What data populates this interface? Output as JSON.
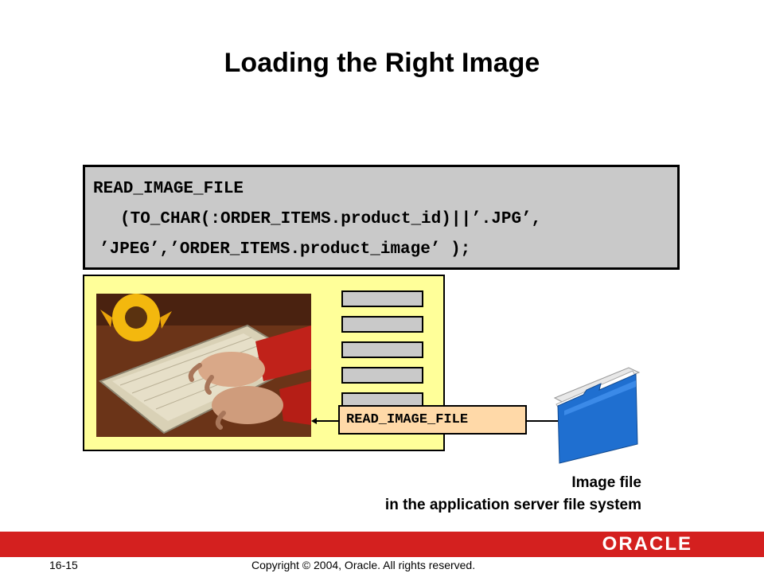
{
  "slide": {
    "title": "Loading the Right Image",
    "code_lines": [
      "READ_IMAGE_FILE",
      "(TO_CHAR(:ORDER_ITEMS.product_id)||’.JPG’,",
      "’JPEG’,’ORDER_ITEMS.product_image’ );"
    ],
    "builtin_label": "READ_IMAGE_FILE",
    "caption_line1": "Image file",
    "caption_line2": "in the application server file system"
  },
  "footer": {
    "page_number": "16-15",
    "copyright": "Copyright © 2004, Oracle.  All rights reserved.",
    "logo_text": "ORACLE"
  },
  "colors": {
    "footer_bar": "#d4201f",
    "form_background": "#ffff99",
    "code_background": "#c9c9c9",
    "builtin_background": "#ffd9a8",
    "folder_blue": "#1f6fd0"
  }
}
